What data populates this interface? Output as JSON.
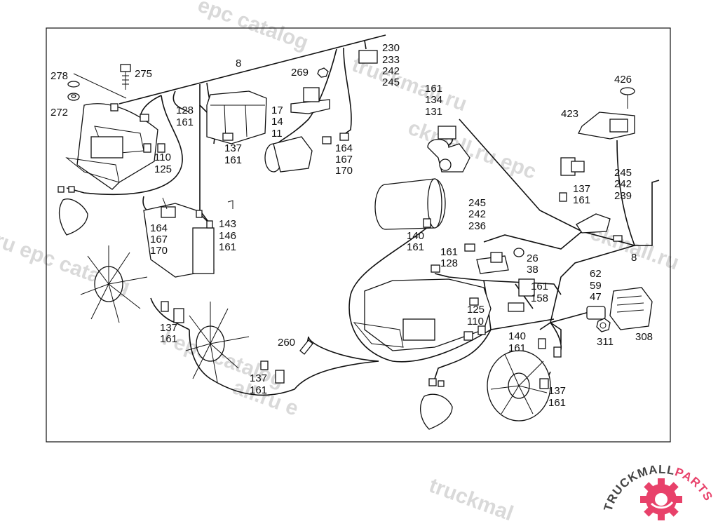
{
  "watermark": {
    "text": "truckmall.ru epc catalog",
    "fragments": [
      "epc catalog",
      "truckmall.ru",
      "ckmall.ru epc",
      "ckmall.ru",
      "ru epc catalog",
      "l epc catalog",
      "all.ru e",
      "truckmal"
    ]
  },
  "logo": {
    "text_dark": "TRUCKMALL",
    "text_accent": "PARTS",
    "accent_color": "#e8416a",
    "dark_color": "#444444",
    "icon": "gear-icon"
  },
  "labels": {
    "l8a": "8",
    "l8b": "8",
    "l278": "278",
    "l272": "272",
    "l275": "275",
    "l269": "269",
    "l230": "230",
    "l233": "233",
    "l242a": "242",
    "l245a": "245",
    "l128a": "128",
    "l161a": "161",
    "l17": "17",
    "l14": "14",
    "l11": "11",
    "l137a": "137",
    "l161b": "161",
    "l110a": "110",
    "l125a": "125",
    "l164a": "164",
    "l167a": "167",
    "l170a": "170",
    "l164b": "164",
    "l167b": "167",
    "l170b": "170",
    "l143": "143",
    "l146": "146",
    "l161c": "161",
    "l161d": "161",
    "l134": "134",
    "l131": "131",
    "l426": "426",
    "l423": "423",
    "l137b": "137",
    "l161e": "161",
    "l245b": "245",
    "l242b": "242",
    "l239": "239",
    "l245c": "245",
    "l242c": "242",
    "l236": "236",
    "l140a": "140",
    "l161f": "161",
    "l161g": "161",
    "l128b": "128",
    "l26": "26",
    "l38": "38",
    "l62": "62",
    "l59": "59",
    "l47": "47",
    "l161h": "161",
    "l158": "158",
    "l125b": "125",
    "l110b": "110",
    "l137c": "137",
    "l161i": "161",
    "l260": "260",
    "l140b": "140",
    "l161j": "161",
    "l311": "311",
    "l308": "308",
    "l137d": "137",
    "l161k": "161",
    "l137e": "137",
    "l161l": "161"
  }
}
